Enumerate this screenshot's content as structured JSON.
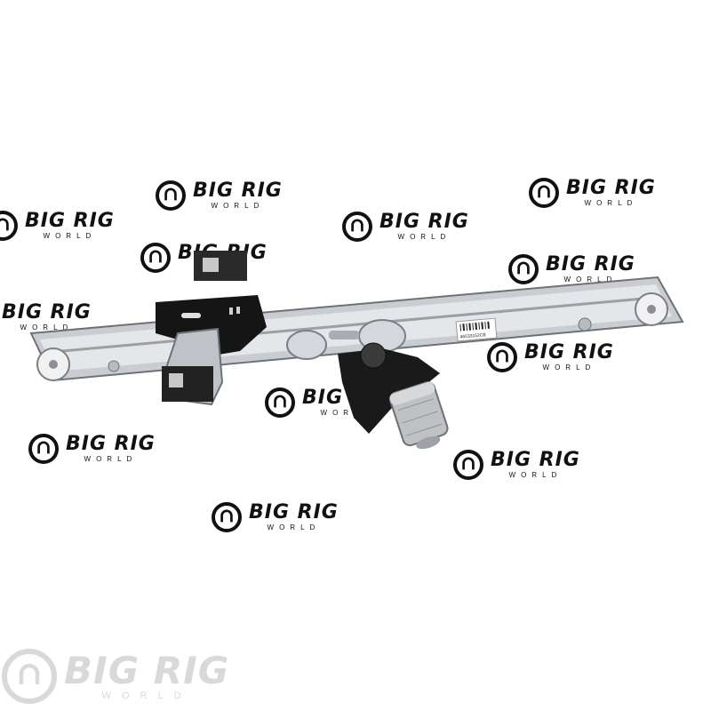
{
  "image": {
    "subject": "window regulator with motor",
    "background_color": "#ffffff"
  },
  "watermark": {
    "text": "BIG RIG",
    "subtext": "WORLD",
    "bottom_logo_text": "BIG RIG",
    "bottom_logo_subtext": "WORLD"
  },
  "label": {
    "part_number": "46533152CB"
  }
}
